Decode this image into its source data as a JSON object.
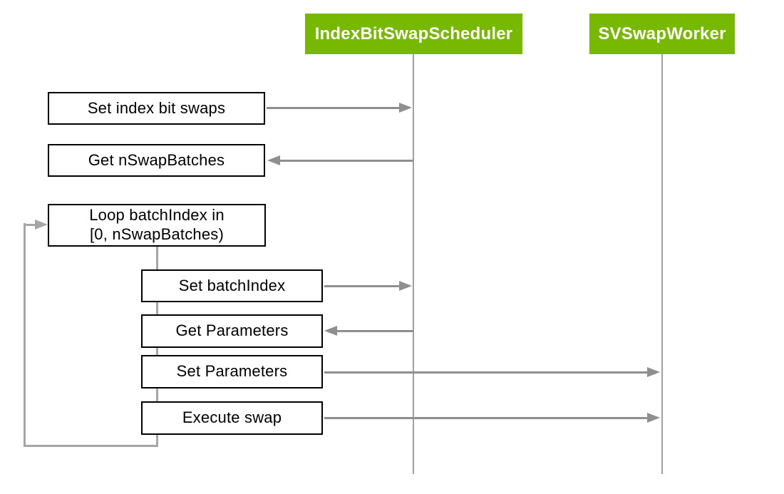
{
  "diagram_type": "sequence-diagram",
  "participants": {
    "scheduler": "IndexBitSwapScheduler",
    "worker": "SVSwapWorker"
  },
  "messages": {
    "set_index_bit_swaps": "Set index bit swaps",
    "get_nswapbatches": "Get nSwapBatches",
    "set_batchindex": "Set batchIndex",
    "get_parameters": "Get Parameters",
    "set_parameters": "Set Parameters",
    "execute_swap": "Execute swap"
  },
  "loop": {
    "line1": "Loop batchIndex in",
    "line2": "[0, nSwapBatches)"
  },
  "colors": {
    "brand_green": "#76B900",
    "arrow_gray": "#8F8F8F",
    "loop_gray": "#A6A6A6",
    "lifeline_gray": "#A0A0A0",
    "box_border": "#000000",
    "header_text": "#FFFFFF",
    "body_text": "#000000"
  }
}
